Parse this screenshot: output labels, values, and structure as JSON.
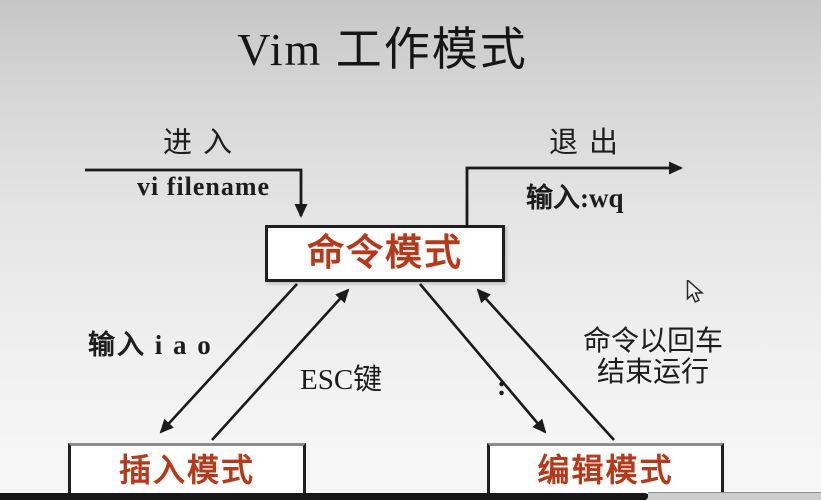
{
  "slide": {
    "title": "Vim 工作模式"
  },
  "diagram": {
    "nodes": {
      "command_mode": "命令模式",
      "insert_mode": "插入模式",
      "edit_mode": "编辑模式"
    },
    "labels": {
      "enter": "进入",
      "enter_command": "vi filename",
      "exit": "退出",
      "exit_command": "输入:wq",
      "to_insert_keys": "输入 i a o",
      "to_command_key": "ESC键",
      "to_edit_key": ":",
      "edit_note_line1": "命令以回车",
      "edit_note_line2": "结束运行"
    },
    "colors": {
      "node_text": "#b43a1b",
      "line": "#1a1a1a",
      "node_border": "#1f1f1f"
    },
    "icons": {
      "mouse_cursor": "pointer-arrow"
    }
  }
}
